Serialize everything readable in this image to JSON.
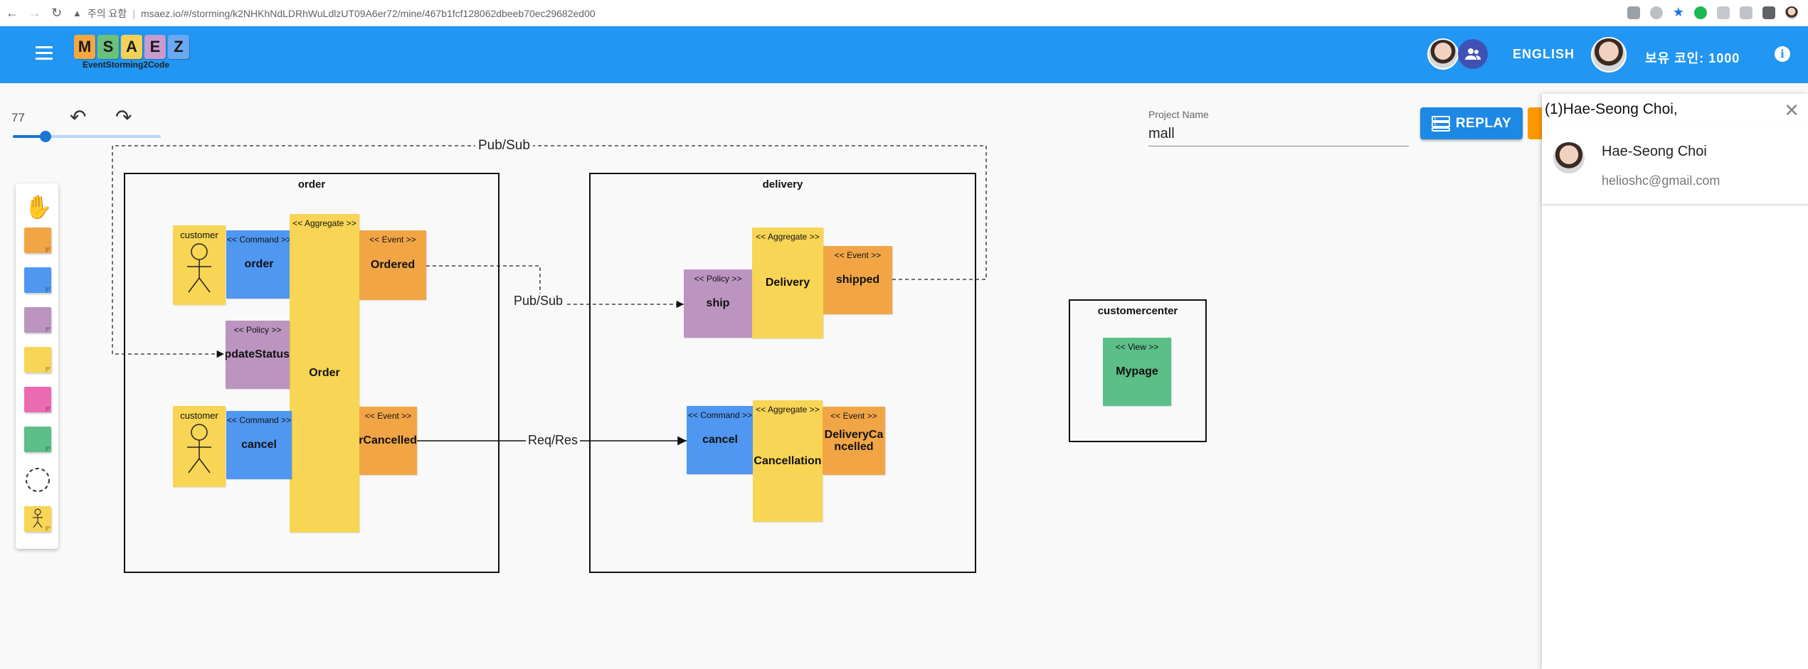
{
  "browser": {
    "warning_label": "주의 요함",
    "url": "msaez.io/#/storming/k2NHKhNdLDRhWuLdlzUT09A6er72/mine/467b1fcf128062dbeeb70ec29682ed00"
  },
  "appbar": {
    "logo_letters": [
      "M",
      "S",
      "A",
      "E",
      "Z"
    ],
    "logo_subtitle": "EventStorming2Code",
    "language": "ENGLISH",
    "coins": "보유 코인: 1000",
    "info_icon": "i"
  },
  "toolbar": {
    "zoom": "77",
    "zoom_fraction": 0.22
  },
  "palette": {
    "items": [
      "hand-tool",
      "event-sticker",
      "command-sticker",
      "policy-sticker",
      "aggregate-sticker",
      "external-sticker",
      "view-sticker",
      "bounded-context",
      "actor-sticker"
    ]
  },
  "project": {
    "label": "Project Name",
    "value": "mall"
  },
  "buttons": {
    "replay": "REPLAY"
  },
  "colors": {
    "event": "#f2a545",
    "command": "#4f97f0",
    "policy": "#bb94c0",
    "aggregate": "#f8d554",
    "view": "#5cbf87",
    "external": "#ec6bb0",
    "actor": "#f8d554",
    "appbar": "#2196f3"
  },
  "canvas": {
    "pubsub_top": "Pub/Sub",
    "pubsub_mid": "Pub/Sub",
    "reqres": "Req/Res",
    "contexts": {
      "order": "order",
      "delivery": "delivery",
      "customercenter": "customercenter"
    },
    "stickers": {
      "actor_type": "customer",
      "command_type": "<< Command >>",
      "aggregate_type": "<< Aggregate >>",
      "event_type": "<< Event >>",
      "policy_type": "<< Policy >>",
      "view_type": "<< View >>",
      "order_command": "order",
      "order_aggregate": "Order",
      "ordered_event": "Ordered",
      "update_status_policy": "updateStatus",
      "cancel_command": "cancel",
      "order_cancelled_event": "OrderCancelled",
      "ship_policy": "ship",
      "delivery_aggregate": "Delivery",
      "shipped_event": "shipped",
      "delivery_cancel_command": "cancel",
      "cancellation_aggregate": "Cancellation",
      "delivery_cancelled_event": "DeliveryCancelled",
      "mypage_view": "Mypage"
    }
  },
  "panel": {
    "title": "(1)Hae-Seong Choi,",
    "user_name": "Hae-Seong Choi",
    "user_email": "helioshc@gmail.com"
  }
}
